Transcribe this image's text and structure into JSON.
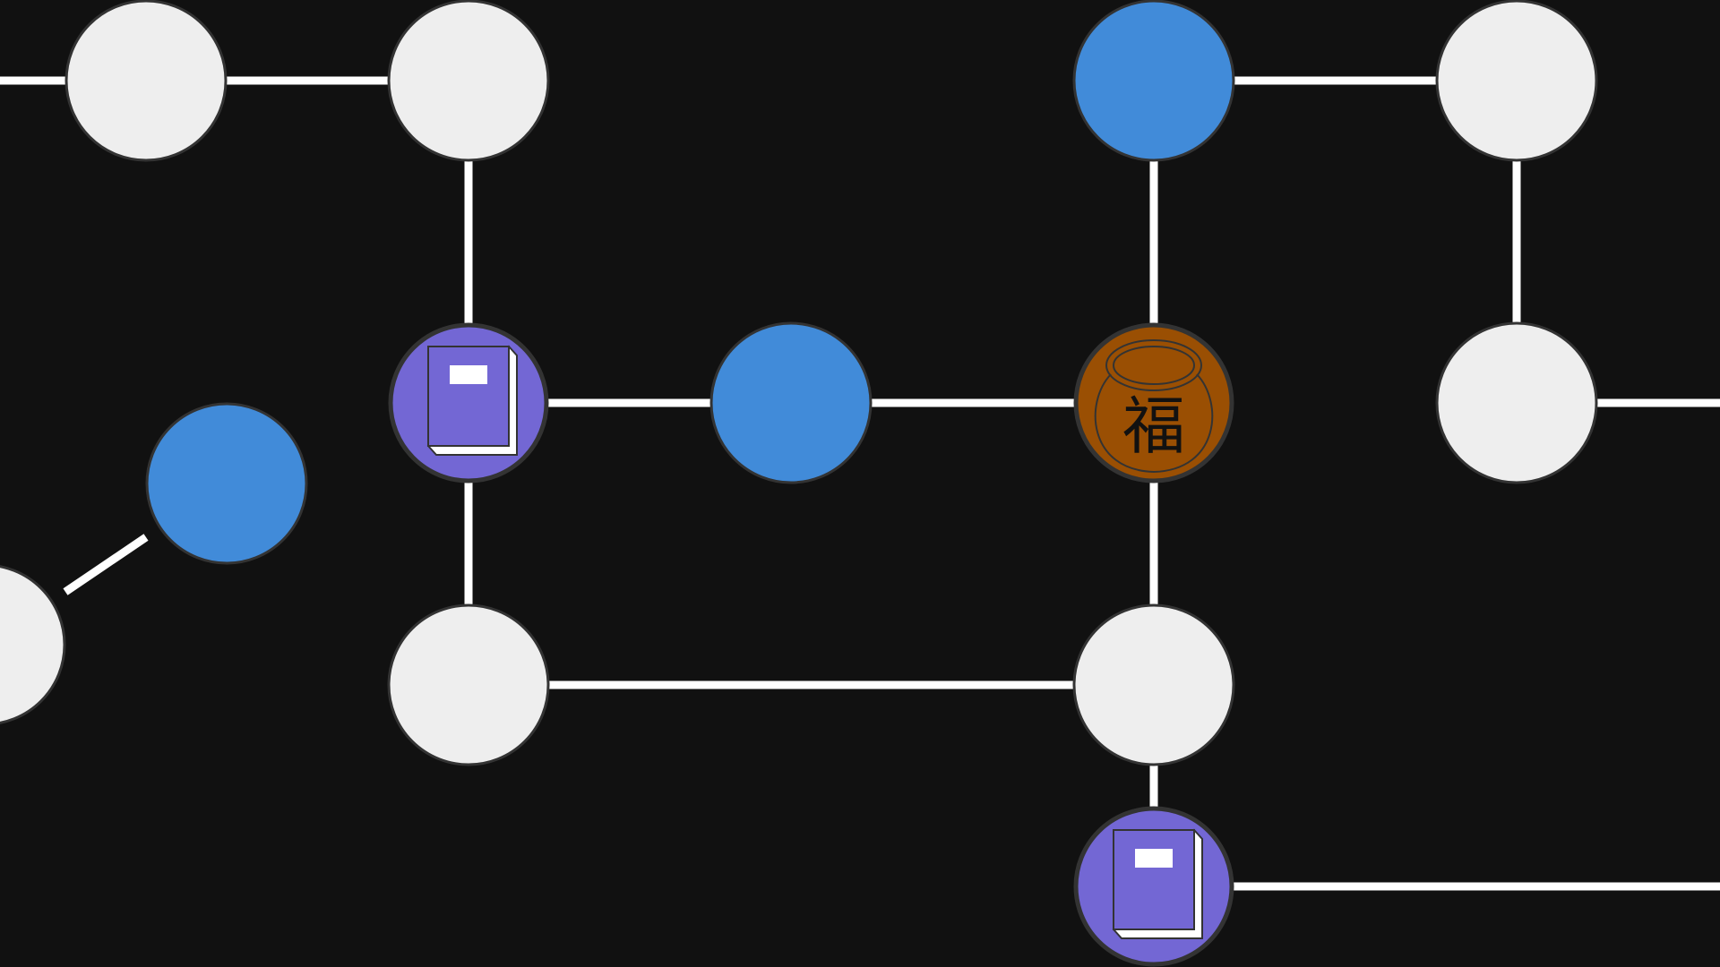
{
  "board": {
    "background_color": "#111111",
    "edge_color": "#FFFFFF",
    "node_outline_color": "#333333"
  },
  "node_types": {
    "empty": {
      "color": "#EEEEEE",
      "icon": null
    },
    "blue": {
      "color": "#418BD9",
      "icon": null
    },
    "book": {
      "color": "#7367D4",
      "icon": "book-icon"
    },
    "fortune-pot": {
      "color": "#9A4F03",
      "icon": "fortune-pot-icon",
      "glyph": "福"
    }
  },
  "nodes": [
    {
      "id": "n1",
      "type": "empty"
    },
    {
      "id": "n2",
      "type": "empty"
    },
    {
      "id": "n3",
      "type": "blue"
    },
    {
      "id": "n4",
      "type": "empty"
    },
    {
      "id": "n5",
      "type": "book"
    },
    {
      "id": "n6",
      "type": "blue"
    },
    {
      "id": "n7",
      "type": "fortune-pot"
    },
    {
      "id": "n8",
      "type": "empty"
    },
    {
      "id": "n9",
      "type": "blue"
    },
    {
      "id": "n10",
      "type": "empty"
    },
    {
      "id": "n11",
      "type": "empty"
    },
    {
      "id": "n12",
      "type": "empty"
    },
    {
      "id": "n13",
      "type": "book"
    }
  ]
}
